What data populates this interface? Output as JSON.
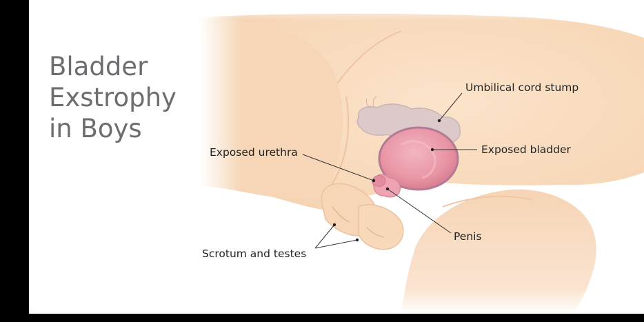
{
  "title": {
    "line1": "Bladder",
    "line2": "Exstrophy",
    "line3": "in Boys"
  },
  "labels": {
    "umbilical": "Umbilical cord stump",
    "bladder": "Exposed bladder",
    "urethra": "Exposed urethra",
    "penis": "Penis",
    "scrotum": "Scrotum and testes"
  },
  "colors": {
    "background": "#ffffff",
    "border": "#000000",
    "title_text": "#6b6d70",
    "skin": "#f8dcc0",
    "bladder": "#e995a4",
    "umbilical_cord": "#dccaca"
  }
}
